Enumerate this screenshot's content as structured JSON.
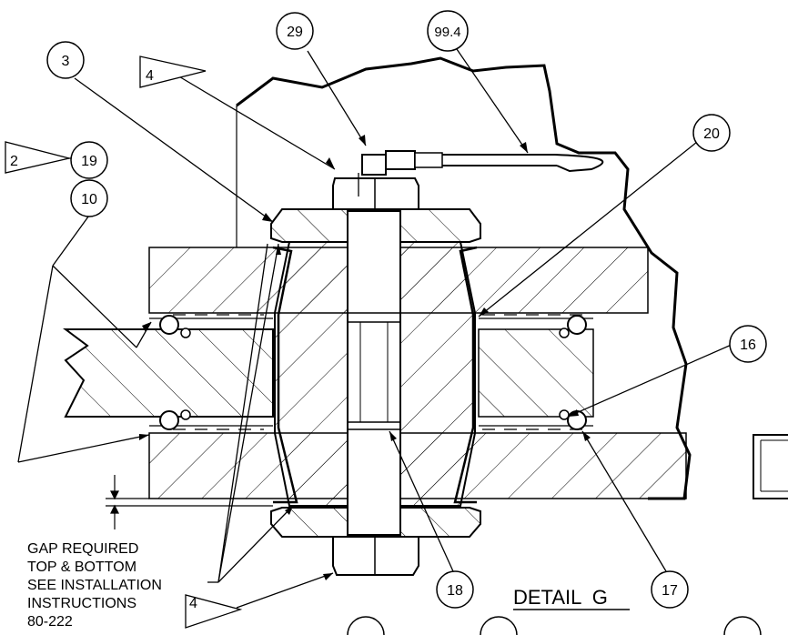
{
  "balloons": [
    {
      "id": "b3",
      "label": "3"
    },
    {
      "id": "b29",
      "label": "29"
    },
    {
      "id": "b99",
      "label": "99.4"
    },
    {
      "id": "b19",
      "label": "19"
    },
    {
      "id": "b10",
      "label": "10"
    },
    {
      "id": "b20",
      "label": "20"
    },
    {
      "id": "b16",
      "label": "16"
    },
    {
      "id": "b18",
      "label": "18"
    },
    {
      "id": "b17",
      "label": "17"
    }
  ],
  "flags": [
    {
      "id": "f4top",
      "label": "4"
    },
    {
      "id": "f2",
      "label": "2"
    },
    {
      "id": "f4bot",
      "label": "4"
    }
  ],
  "note": {
    "lines": [
      "GAP REQUIRED",
      "TOP & BOTTOM",
      "SEE INSTALLATION",
      "INSTRUCTIONS",
      "80-222"
    ]
  },
  "detail_title": "DETAIL  G"
}
